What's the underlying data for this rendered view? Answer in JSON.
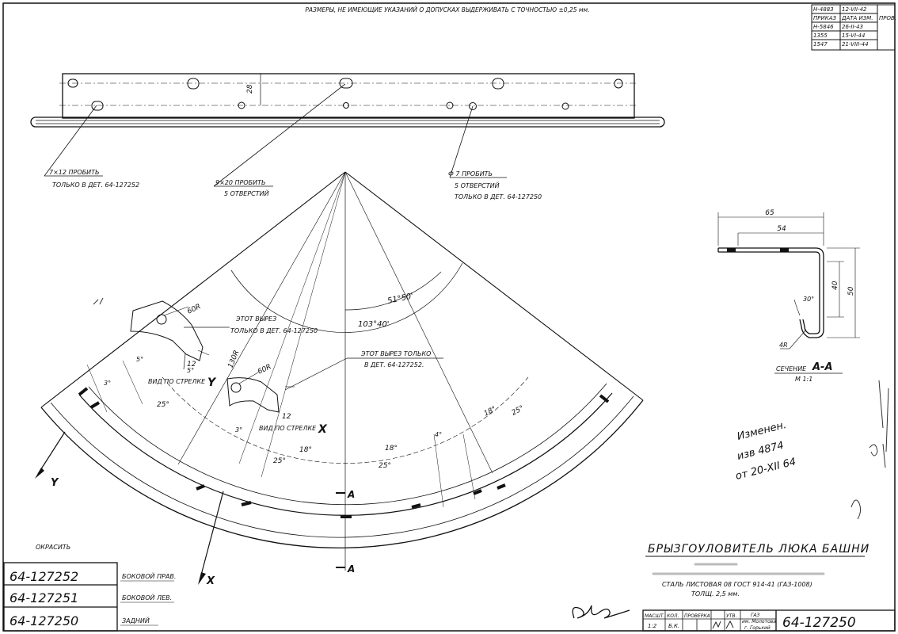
{
  "sheet": {
    "general_note": "РАЗМЕРЫ, НЕ ИМЕЮЩИЕ УКАЗАНИЙ О ДОПУСКАХ ВЫДЕРЖИВАТЬ С ТОЧНОСТЬЮ ±0,25 мм.",
    "title": "БРЫЗГОУЛОВИТЕЛЬ ЛЮКА БАШНИ",
    "drawing_number": "64-127250",
    "finish_note": "ОКРАСИТЬ"
  },
  "revision_table": {
    "rows": [
      [
        "Н-4883",
        "12-VII-42"
      ],
      [
        "ПРИКАЗ",
        "ДАТА ИЗМ."
      ],
      [
        "Н-5846",
        "26-II-43"
      ],
      [
        "1355",
        "15-VI-44"
      ],
      [
        "1547",
        "21-VIII-44"
      ]
    ],
    "extra": "ПРОВ."
  },
  "callouts": {
    "slot_7x12": [
      "7×12 ПРОБИТЬ",
      "ТОЛЬКО В ДЕТ. 64-127252"
    ],
    "slot_9x20": [
      "9×20 ПРОБИТЬ",
      "5 ОТВЕРСТИЙ"
    ],
    "hole_d7": [
      "Ф 7 ПРОБИТЬ",
      "5 ОТВЕРСТИЙ",
      "ТОЛЬКО В ДЕТ. 64-127250"
    ],
    "cutout_1": [
      "ЭТОТ ВЫРЕЗ",
      "ТОЛЬКО В ДЕТ. 64-127250"
    ],
    "cutout_2": [
      "ЭТОТ ВЫРЕЗ ТОЛЬКО",
      "В ДЕТ. 64-127252."
    ]
  },
  "dimensions": {
    "height_28": "28",
    "angle_51": "51°50'",
    "angle_103": "103°40'",
    "r60_a": "60R",
    "r60_b": "60R",
    "r130": "130R",
    "d12_a": "12",
    "d12_b": "12",
    "a5a": "5°",
    "a5b": "5°",
    "a3a": "3°",
    "a3b": "3°",
    "a25a": "25°",
    "a25b": "25°",
    "a25c": "25°",
    "a25d": "25°",
    "a18a": "18°",
    "a18b": "18°",
    "a18c": "18°",
    "a4": "4°"
  },
  "views": {
    "view_y": "ВИД ПО СТРЕЛКЕ",
    "view_y_letter": "Y",
    "view_x": "ВИД ПО СТРЕЛКЕ",
    "view_x_letter": "X",
    "arrow_y": "Y",
    "arrow_x": "X",
    "section_a_top": "A",
    "section_a_bottom": "A"
  },
  "section": {
    "dim_65": "65",
    "dim_54": "54",
    "dim_40": "40",
    "dim_50": "50",
    "dim_30": "30°",
    "dim_4r": "4R",
    "label": "СЕЧЕНИЕ",
    "letters": "А-А",
    "scale": "М 1:1"
  },
  "material": {
    "steel": "СТАЛЬ ЛИСТОВАЯ 08 ГОСТ 914-41 (ГАЗ-1008)",
    "thickness": "ТОЛЩ. 2,5 мм."
  },
  "parts_list": {
    "rows": [
      {
        "number": "64-127252",
        "desc": "БОКОВОЙ ПРАВ."
      },
      {
        "number": "64-127251",
        "desc": "БОКОВОЙ ЛЕВ."
      },
      {
        "number": "64-127250",
        "desc": "ЗАДНИЙ"
      }
    ]
  },
  "title_block": {
    "scale_hdr": "МАСШТ.",
    "scale": "1:2",
    "qty_hdr": "КОЛ.",
    "check_hdr": "ПРОВЕРКА",
    "class_hdr": "УТВ.",
    "org_line1": "ГАЗ",
    "org_line2": "им. Молотова",
    "org_line3": "г. Горький",
    "number": "64-127250",
    "mark": "Б.К."
  },
  "handwriting": {
    "note_1": "Изменен.",
    "note_2": "изв 4874",
    "note_3": "от 20-XII 64"
  }
}
